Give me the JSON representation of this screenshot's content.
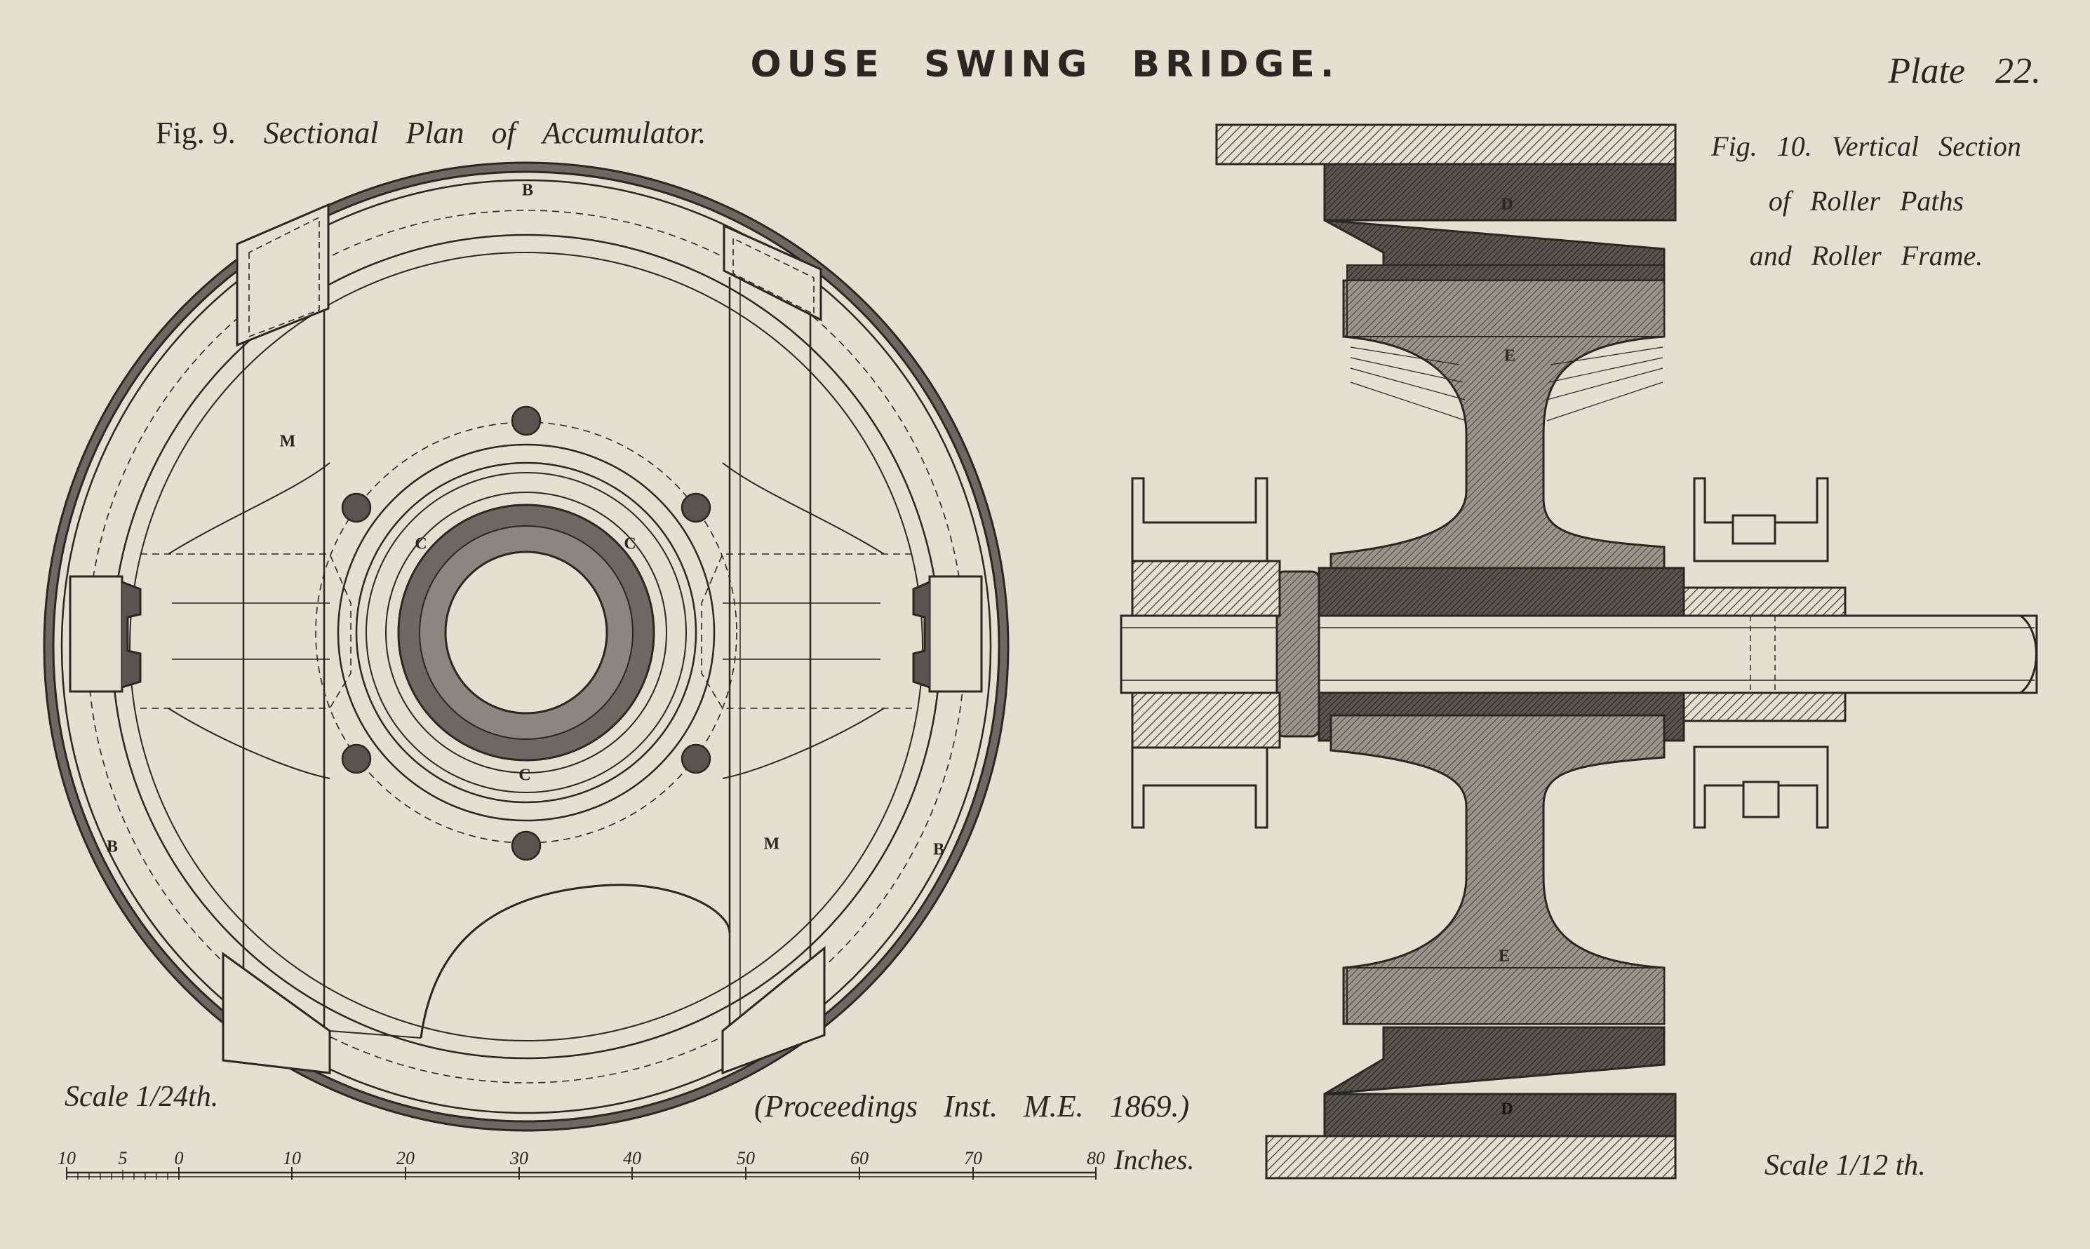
{
  "title": "OUSE SWING BRIDGE.",
  "plate": "Plate 22.",
  "fig9": {
    "number": "Fig. 9.",
    "caption": "Sectional Plan of Accumulator.",
    "scale": "Scale 1/24th.",
    "scale_bar": {
      "ticks": [
        "10",
        "5",
        "0",
        "10",
        "20",
        "30",
        "40",
        "50",
        "60",
        "70",
        "80"
      ],
      "unit": "Inches."
    },
    "letters": [
      "B",
      "M",
      "C",
      "C",
      "C",
      "B",
      "M",
      "B"
    ]
  },
  "fig10": {
    "caption_line1": "Fig. 10. Vertical Section",
    "caption_line2": "of Roller Paths",
    "caption_line3": "and Roller Frame.",
    "scale": "Scale 1/12 th.",
    "letters": [
      "D",
      "E",
      "E",
      "D"
    ]
  },
  "source": "(Proceedings Inst. M.E. 1869.)",
  "colors": {
    "paper": "#e4dfd0",
    "ink": "#2a2622",
    "dark_section": "#4a4440",
    "mid_section": "#8c8680"
  }
}
